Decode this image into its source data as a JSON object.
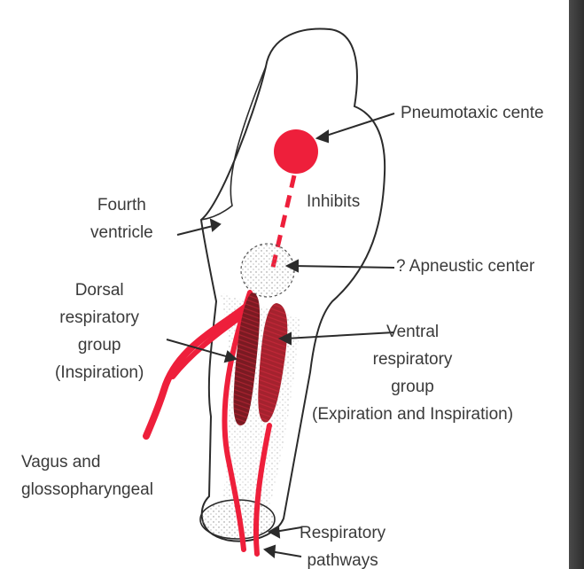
{
  "labels": {
    "pneumotaxic": "Pneumotaxic cente",
    "inhibits": "Inhibits",
    "fourth_ventricle": "Fourth\nventricle",
    "apneustic": "? Apneustic center",
    "dorsal_group": "Dorsal\nrespiratory\ngroup\n(Inspiration)",
    "ventral_group": "Ventral\nrespiratory\ngroup\n(Expiration and Inspiration)",
    "vagus": "Vagus and\nglossopharyngeal",
    "respiratory_pathways": "Respiratory\npathways"
  },
  "colors": {
    "background": "#ffffff",
    "outline": "#2b2b2b",
    "text": "#3a3a3a",
    "center_red": "#ee1f3b",
    "group_dark": "#7a1a22",
    "right_edge": "#3a3a3a"
  }
}
